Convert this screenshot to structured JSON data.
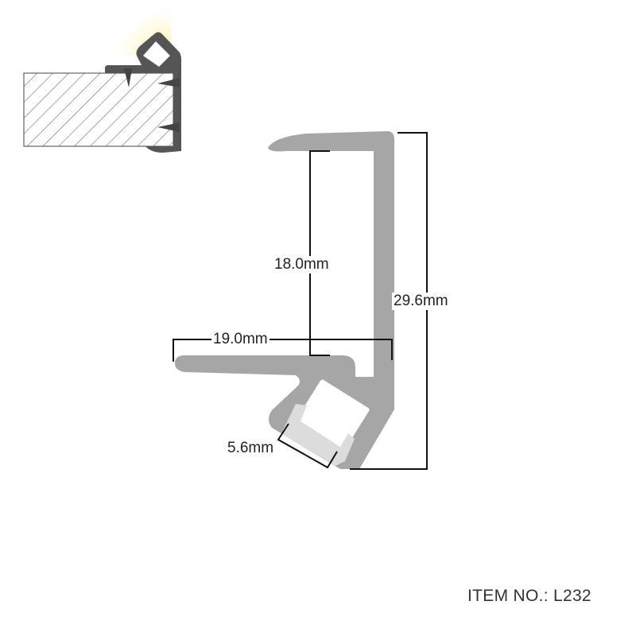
{
  "dimensions": {
    "height_total": "29.6mm",
    "inner_height": "18.0mm",
    "arm_width": "19.0mm",
    "strip_width": "5.6mm"
  },
  "item_number": "ITEM NO.: L232",
  "colors": {
    "profile": "#a6a6a6",
    "diffuser": "#ffffff",
    "led_strip": "#dcdcdc",
    "inset_profile": "#555555",
    "light": "#fff3b0"
  }
}
